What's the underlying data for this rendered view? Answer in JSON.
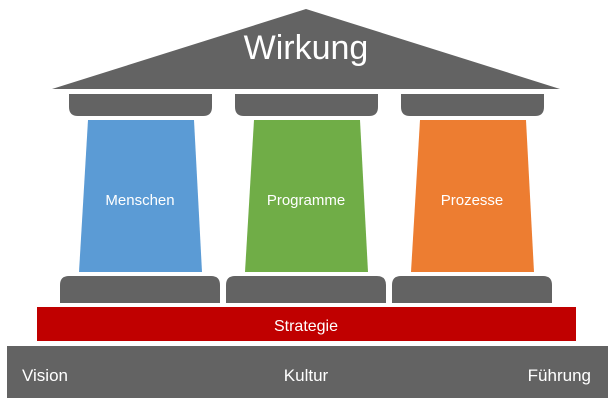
{
  "diagram": {
    "roof": {
      "label": "Wirkung"
    },
    "pillars": [
      {
        "label": "Menschen",
        "color": "#5b9bd5"
      },
      {
        "label": "Programme",
        "color": "#70ad47"
      },
      {
        "label": "Prozesse",
        "color": "#ed7d31"
      }
    ],
    "strategy": {
      "label": "Strategie",
      "color": "#c00000"
    },
    "foundation": {
      "labels": [
        "Vision",
        "Kultur",
        "Führung"
      ]
    },
    "colors": {
      "structure_gray": "#636363"
    }
  }
}
